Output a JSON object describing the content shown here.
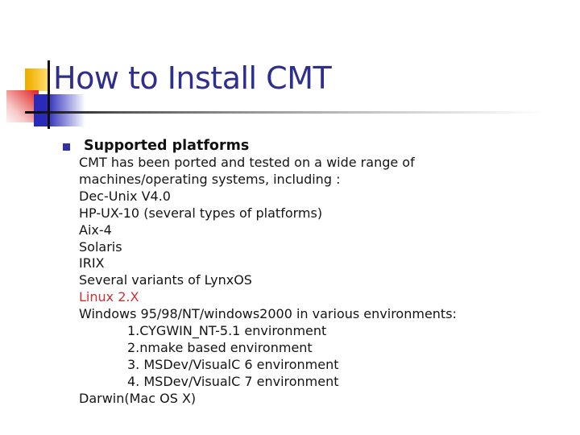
{
  "slide": {
    "title": "How to Install CMT",
    "section": {
      "bullet_icon": "square-bullet",
      "heading": "Supported platforms"
    },
    "body_lines": [
      {
        "text": "CMT has been ported and tested on a wide range of",
        "indent": false,
        "red": false
      },
      {
        "text": "machines/operating systems, including :",
        "indent": false,
        "red": false
      },
      {
        "text": "Dec-Unix V4.0",
        "indent": false,
        "red": false
      },
      {
        "text": "HP-UX-10 (several types of platforms)",
        "indent": false,
        "red": false
      },
      {
        "text": "Aix-4",
        "indent": false,
        "red": false
      },
      {
        "text": "Solaris",
        "indent": false,
        "red": false
      },
      {
        "text": "IRIX",
        "indent": false,
        "red": false
      },
      {
        "text": "Several variants of LynxOS",
        "indent": false,
        "red": false
      },
      {
        "text": "Linux 2.X",
        "indent": false,
        "red": true
      },
      {
        "text": "Windows 95/98/NT/windows2000 in various environments:",
        "indent": false,
        "red": false
      },
      {
        "text": "1.CYGWIN_NT-5.1 environment",
        "indent": true,
        "red": false
      },
      {
        "text": "2.nmake based environment",
        "indent": true,
        "red": false
      },
      {
        "text": "3. MSDev/VisualC 6 environment",
        "indent": true,
        "red": false
      },
      {
        "text": "4. MSDev/VisualC 7 environment",
        "indent": true,
        "red": false
      },
      {
        "text": "Darwin(Mac OS X)",
        "indent": false,
        "red": false
      }
    ],
    "colors": {
      "title": "#2e2e8c",
      "bullet": "#3333a0",
      "highlight_red": "#cc3333",
      "deco_yellow": "#efae00",
      "deco_red": "#e22d2d",
      "deco_blue": "#2a2ab8"
    }
  }
}
